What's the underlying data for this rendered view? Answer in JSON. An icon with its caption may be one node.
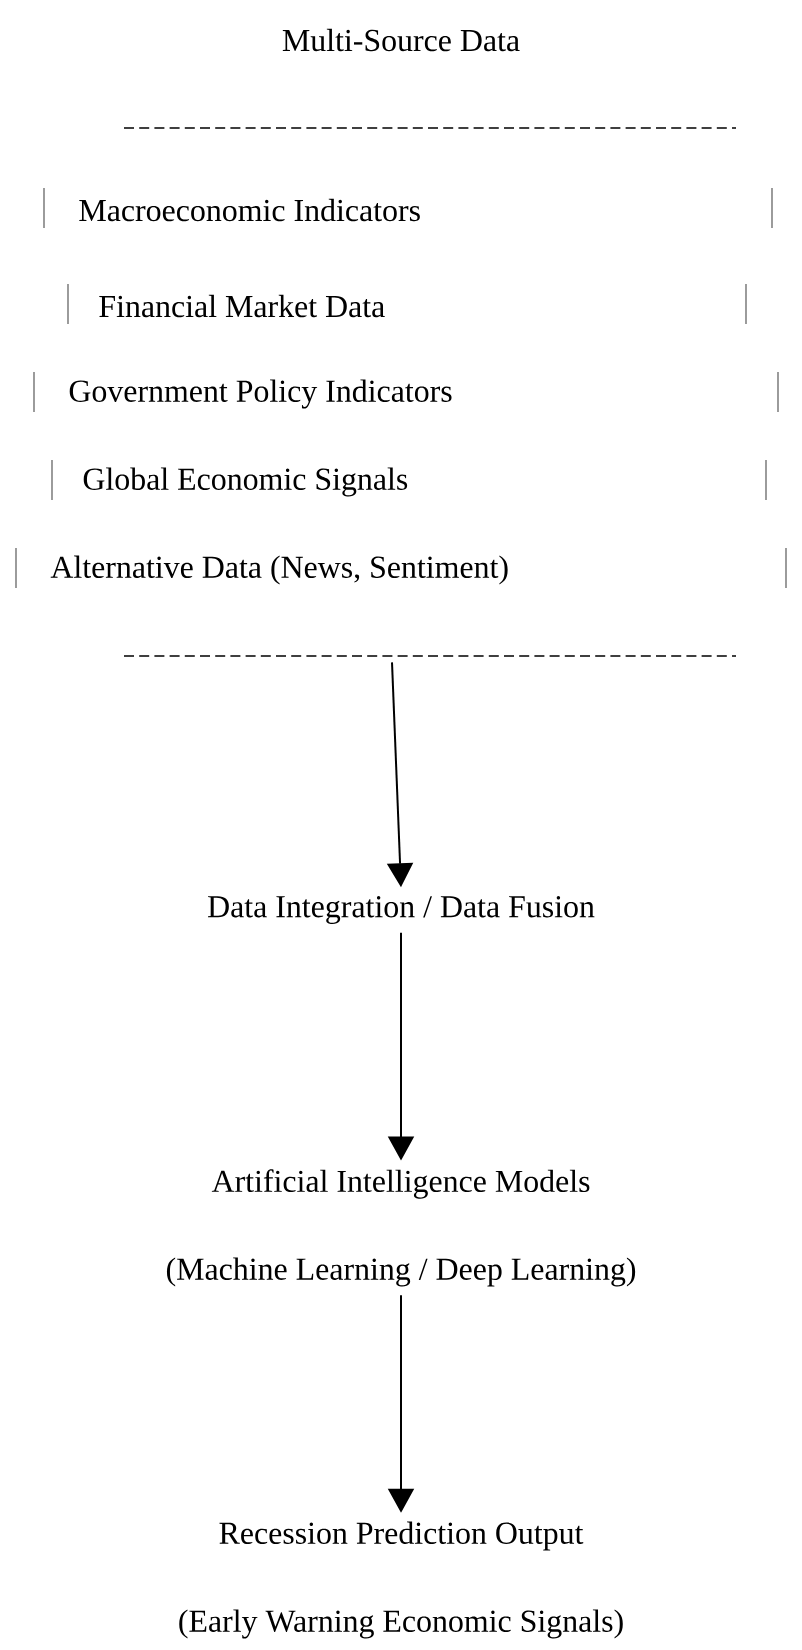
{
  "diagram": {
    "nodes": [
      {
        "text": [
          "Multi-Source Data",
          "Macroeconomic Indicators",
          "Financial Market Data",
          "Government Policy Indicators",
          "Global Economic Signals",
          "Alternative Data (News, Sentiment)"
        ]
      },
      {
        "text": [
          "Data Integration / Data Fusion"
        ]
      },
      {
        "text": [
          "Artificial Intelligence Models",
          "(Machine Learning / Deep Learning)"
        ]
      },
      {
        "text": [
          "Recession Prediction Output",
          "(Early Warning Economic Signals)"
        ]
      }
    ],
    "edges": [
      {
        "from": 0,
        "to": 1,
        "arrow": "to"
      },
      {
        "from": 1,
        "to": 2,
        "arrow": "to"
      },
      {
        "from": 2,
        "to": 3,
        "arrow": "to"
      }
    ]
  }
}
